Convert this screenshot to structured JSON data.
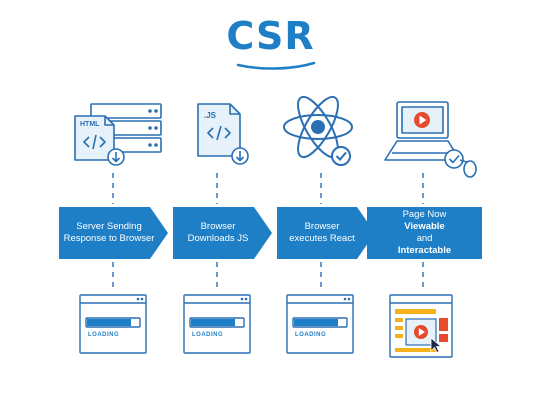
{
  "title": "CSR",
  "colors": {
    "primary": "#1e7fc6",
    "line": "#2a6fb3",
    "video": "#e84b2b",
    "accent": "#f5b21a",
    "light": "#e6f1fa"
  },
  "top_icons": [
    {
      "name": "server-html-download-icon",
      "file_label": "HTML"
    },
    {
      "name": "js-file-download-icon",
      "file_label": ".JS"
    },
    {
      "name": "react-atom-icon"
    },
    {
      "name": "laptop-video-icon"
    }
  ],
  "steps": [
    {
      "line1": "Server Sending",
      "line2": "Response to Browser"
    },
    {
      "line1": "Browser",
      "line2": "Downloads JS"
    },
    {
      "line1": "Browser",
      "line2": "executes React"
    },
    {
      "line1_pre": "Page Now ",
      "line1_bold": "Viewable",
      "line2_pre": "and ",
      "line2_bold": "Interactable"
    }
  ],
  "browser_windows": [
    {
      "status": "LOADING",
      "progress": 0.85
    },
    {
      "status": "LOADING",
      "progress": 0.85
    },
    {
      "status": "LOADING",
      "progress": 0.85
    },
    {
      "status": ""
    }
  ]
}
